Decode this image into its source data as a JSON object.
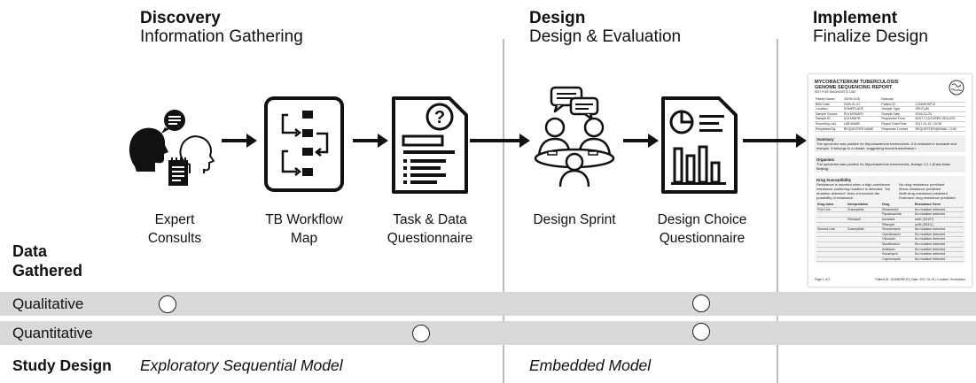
{
  "phases": [
    {
      "title": "Discovery",
      "subtitle": "Information Gathering"
    },
    {
      "title": "Design",
      "subtitle": "Design & Evaluation"
    },
    {
      "title": "Implement",
      "subtitle": "Finalize Design"
    }
  ],
  "methods": [
    {
      "line1": "Expert",
      "line2": "Consults"
    },
    {
      "line1": "TB Workflow",
      "line2": "Map"
    },
    {
      "line1": "Task & Data",
      "line2": "Questionnaire"
    },
    {
      "line1": "Design Sprint",
      "line2": ""
    },
    {
      "line1": "Design Choice",
      "line2": "Questionnaire"
    }
  ],
  "data_gathered": {
    "line1": "Data",
    "line2": "Gathered"
  },
  "rows": [
    {
      "label": "Qualitative",
      "marks": [
        "Expert Consults",
        "Design Choice Questionnaire"
      ]
    },
    {
      "label": "Quantitative",
      "marks": [
        "Task & Data Questionnaire",
        "Design Choice Questionnaire"
      ]
    }
  ],
  "study_design": {
    "label": "Study Design",
    "discovery_model": "Exploratory Sequential Model",
    "design_model": "Embedded Model"
  },
  "report": {
    "title1": "MYCOBACTERIUM TUBERCULOSIS",
    "title2": "GENOME SEQUENCING REPORT",
    "note": "NOT FOR DIAGNOSTIC USE",
    "fields": [
      [
        "Patient Name",
        "JOHN DOE",
        "Barcode",
        ""
      ],
      [
        "Birth Date",
        "2000-01-01",
        "Patient ID",
        "1234567BF10"
      ],
      [
        "Location",
        "SOMEPLACE",
        "Sample Type",
        "SPUTUM"
      ],
      [
        "Sample Source",
        "PULMONARY",
        "Sample Date",
        "2016-12-25"
      ],
      [
        "Sample ID",
        "A1234567B",
        "Requested From",
        "MGIT CULTURED ISOLATE"
      ],
      [
        "Reporting Lab",
        "LAB NAME",
        "Report Date/Time",
        "2017-01-01, 15:36"
      ],
      [
        "Requested By",
        "REQUESTER NAME",
        "Requester Contact",
        "REQUESTER@EMAIL.COM"
      ]
    ],
    "summary_title": "Summary",
    "summary_text": "The specimen was positive for Mycobacterium tuberculosis. It is resistant to isoniazid and rifampin. It belongs to a cluster, suggesting recent transmission.",
    "organism_title": "Organism",
    "organism_text": "The specimen was positive for Mycobacterium tuberculosis, lineage 2.2.1 (East-Asian Beijing).",
    "drug_title": "Drug Susceptibility",
    "drug_note": "Resistance is reported when a high-confidence resistance-conferring mutation is detected. \"No mutation detected\" does not exclude the possibility of resistance.",
    "legend": [
      "No drug resistance predicted",
      "Mono-resistance predicted",
      "Multi-drug resistance predicted",
      "Extensive drug resistance predicted"
    ],
    "drug_header": [
      "Drug class",
      "Interpretation",
      "Drug",
      "Resistance Gene"
    ],
    "drug_rows": [
      [
        "First Line",
        "Susceptible",
        "Ethambutol",
        "No mutation detected"
      ],
      [
        "",
        "",
        "Pyrazinamide",
        "No mutation detected"
      ],
      [
        "",
        "Resistant",
        "Isoniazid",
        "katG (S315T)"
      ],
      [
        "",
        "",
        "Rifampin",
        "rpoB (S531L)"
      ],
      [
        "Second Line",
        "Susceptible",
        "Streptomycin",
        "No mutation detected"
      ],
      [
        "",
        "",
        "Ciprofloxacin",
        "No mutation detected"
      ],
      [
        "",
        "",
        "Ofloxacin",
        "No mutation detected"
      ],
      [
        "",
        "",
        "Moxifloxacin",
        "No mutation detected"
      ],
      [
        "",
        "",
        "Amikacin",
        "No mutation detected"
      ],
      [
        "",
        "",
        "Kanamycin",
        "No mutation detected"
      ],
      [
        "",
        "",
        "Capreomycin",
        "No mutation detected"
      ]
    ],
    "page": "Page 1 of 2",
    "footer": "Patient ID: 1234567BF10 | Date: 2017-01-01 | Location: Someplace"
  },
  "colors": {
    "band": "#d9d9d9",
    "divider": "#bdbdbd",
    "ink": "#111111"
  }
}
